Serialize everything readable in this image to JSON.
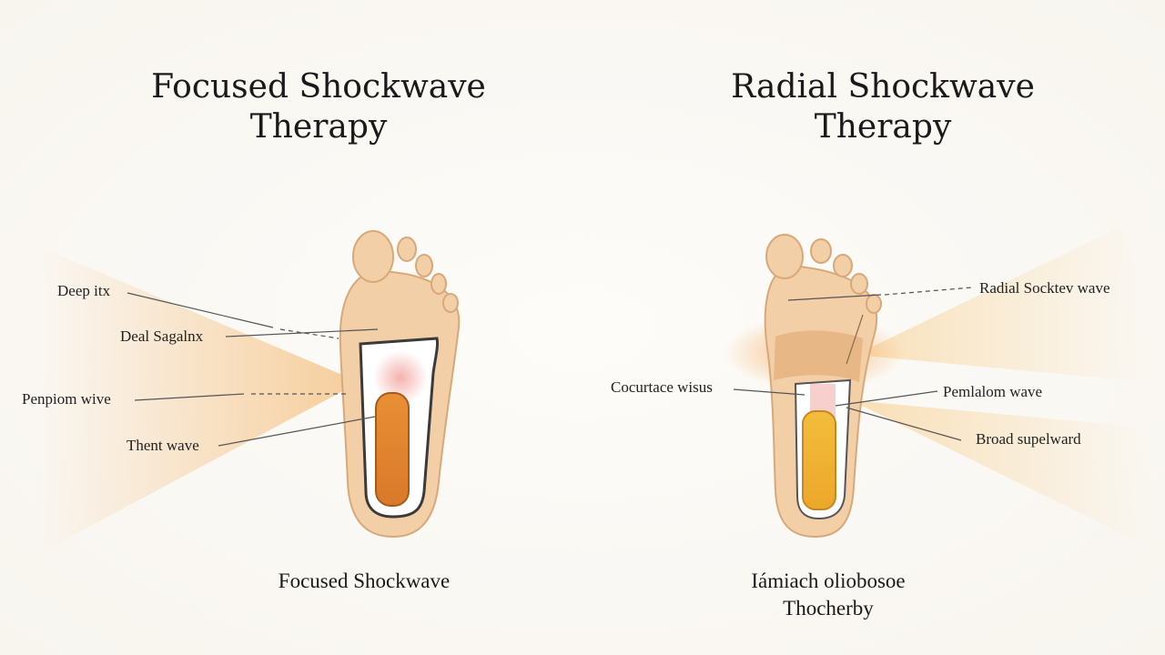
{
  "left_panel": {
    "title_line1": "Focused Shockwave",
    "title_line2": "Therapy",
    "labels": [
      "Deep itx",
      "Deal Sagalnx",
      "Penpiom wive",
      "Thent wave"
    ],
    "caption": "Focused Shockwave"
  },
  "right_panel": {
    "title_line1": "Radial Shockwave",
    "title_line2": "Therapy",
    "labels": [
      "Radial Socktev wave",
      "Cocurtace wisus",
      "Pemlalom wave",
      "Broad supelward"
    ],
    "caption_line1": "Iámiach oliobosoe",
    "caption_line2": "Thocherby"
  },
  "colors": {
    "skin": "#f2cfa6",
    "skin_outline": "#d9a878",
    "focused_beam": "#f5c58a",
    "focused_core": "#e48a32",
    "radial_core": "#f1b433",
    "insole": "#ffffff",
    "glow_pink": "#f5b6b0",
    "text": "#1a1a1a"
  }
}
